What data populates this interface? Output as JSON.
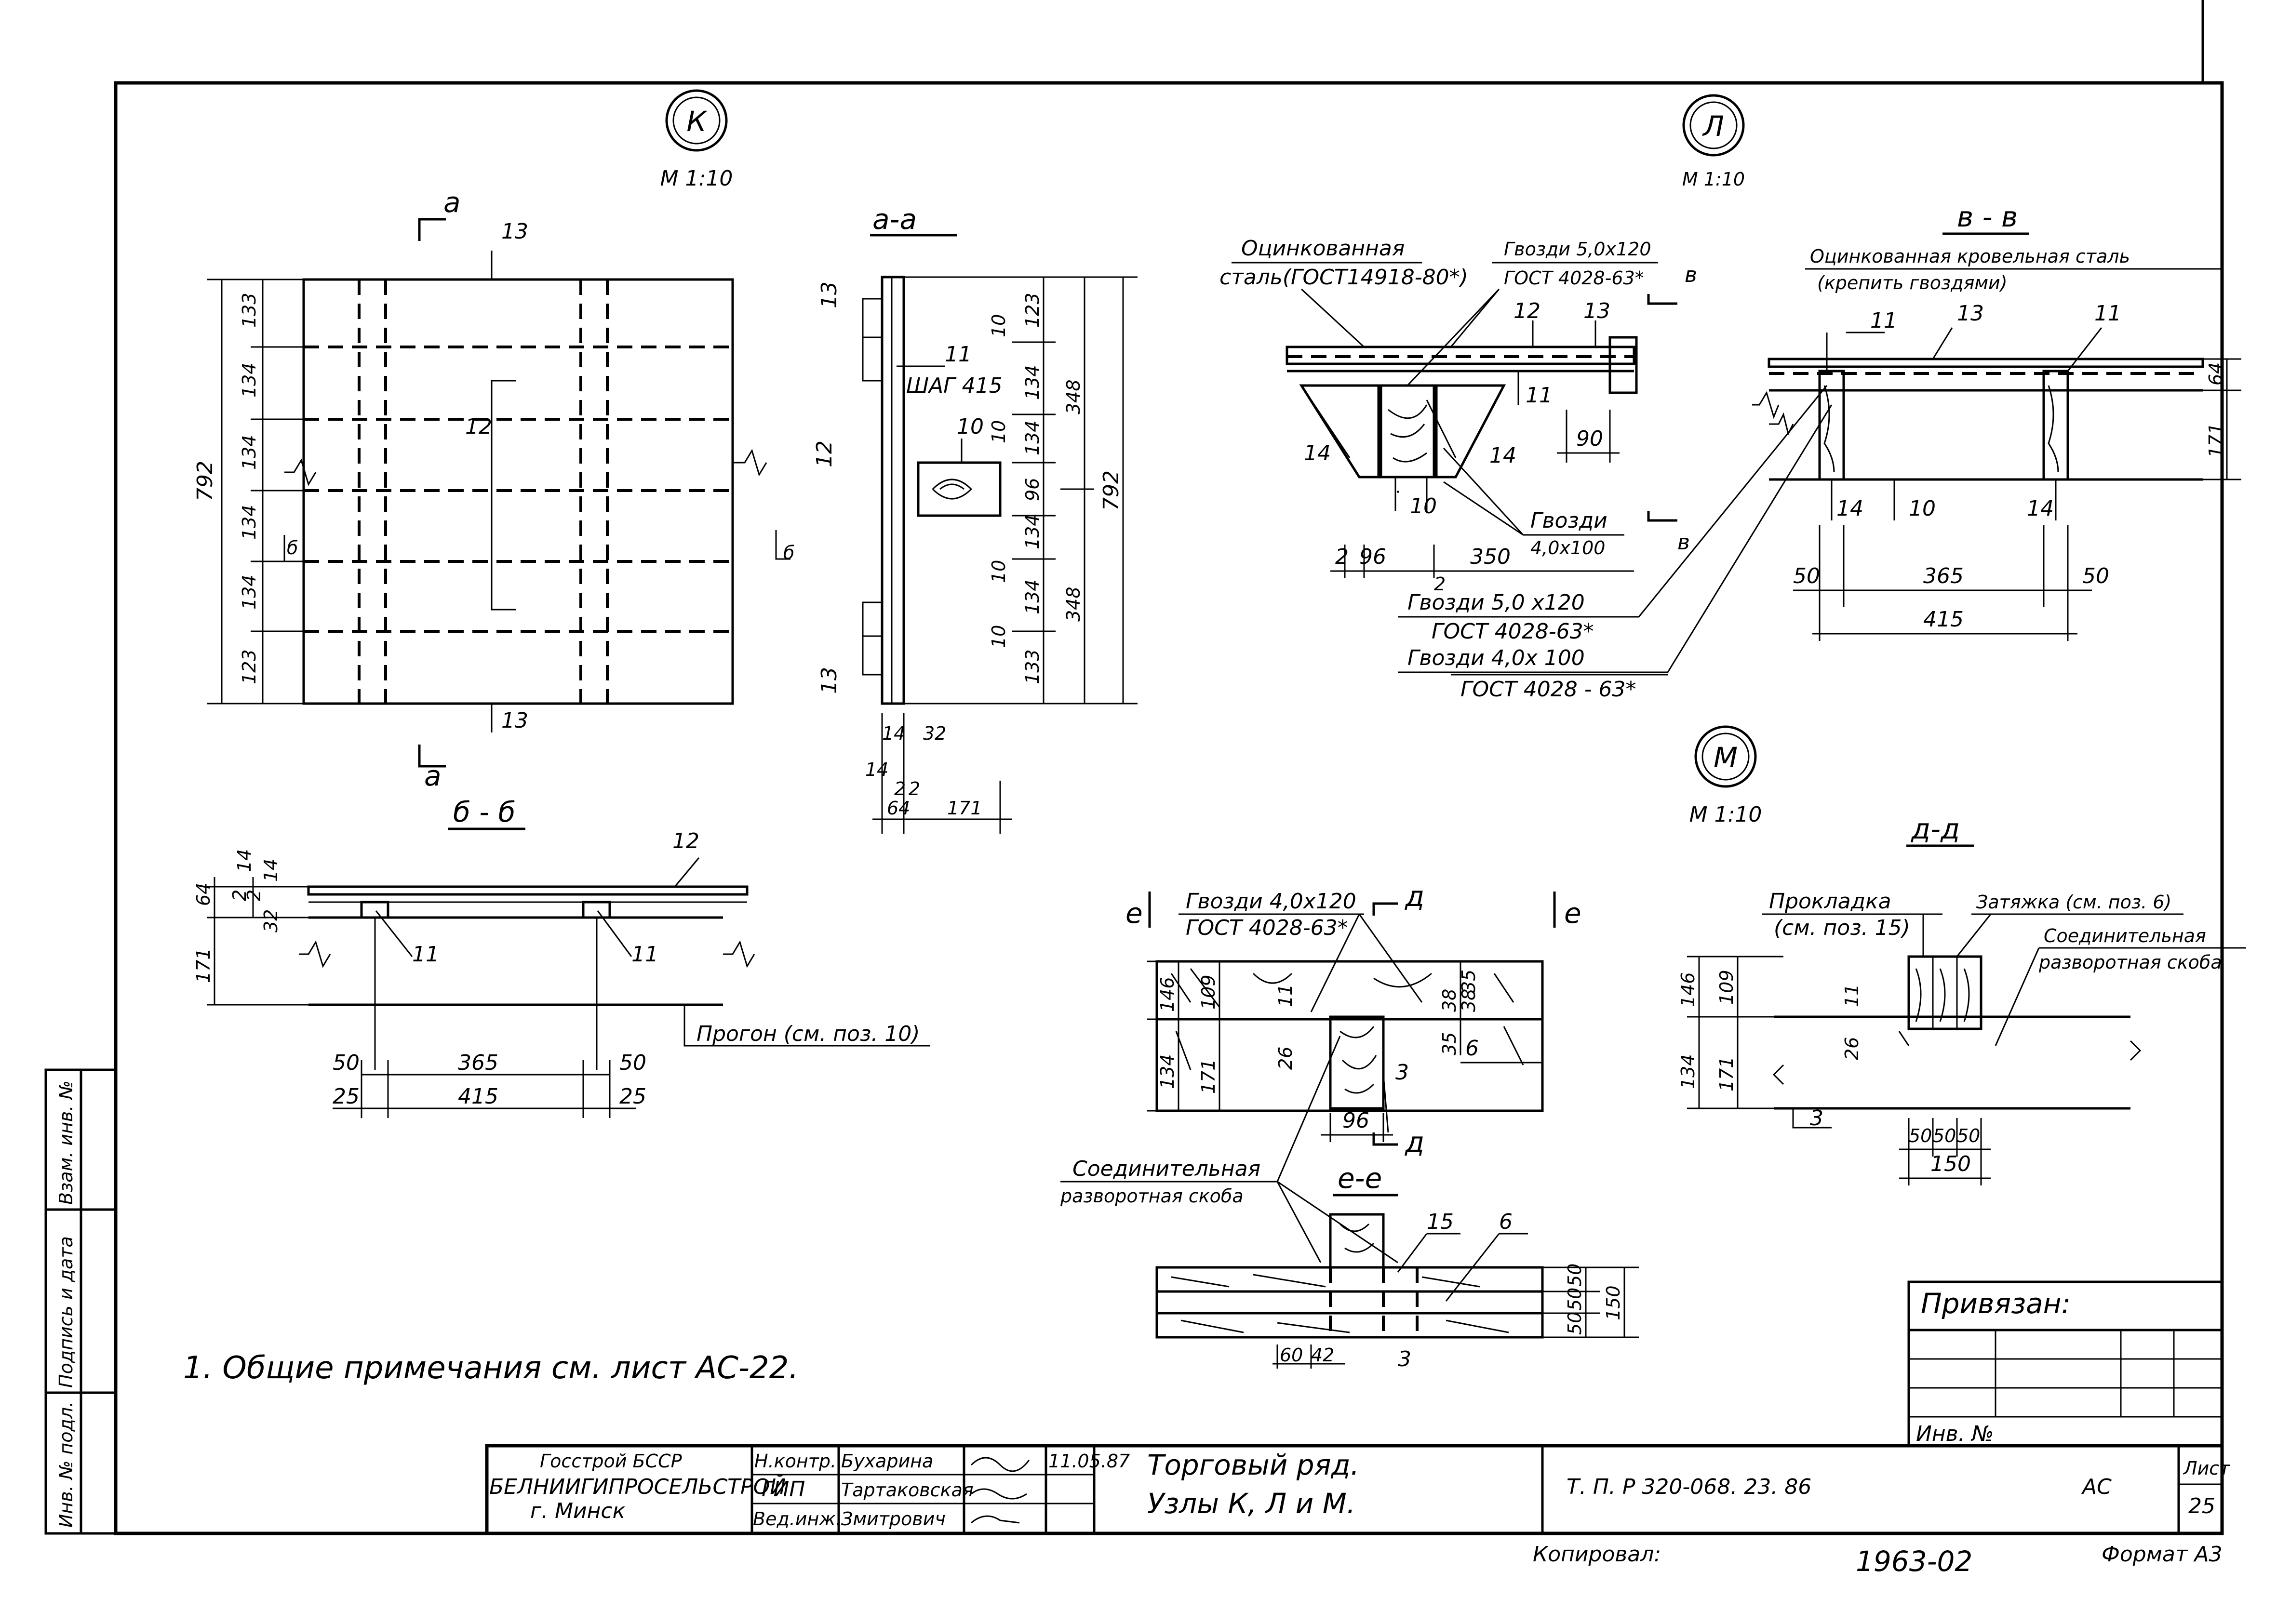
{
  "nodes": {
    "k": {
      "letter": "К",
      "scale": "М 1:10"
    },
    "l": {
      "letter": "Л",
      "scale": "М 1:10"
    },
    "m": {
      "letter": "М",
      "scale": "М 1:10"
    }
  },
  "sections": {
    "aa": "а-а",
    "bb": "б - б",
    "vv": "в - в",
    "dd": "д-д",
    "ee": "е-е",
    "cut_a": "а",
    "cut_b": "б",
    "cut_v": "в",
    "cut_d": "д",
    "cut_e": "е"
  },
  "node_k_plan": {
    "overall": "792",
    "dims": [
      "133",
      "134",
      "134",
      "134",
      "134",
      "123"
    ],
    "labels": [
      "13",
      "12",
      "13"
    ]
  },
  "node_k_section_aa": {
    "overall_top": "348",
    "overall": "792",
    "overall_bottom": "348",
    "dims": [
      "123",
      "134",
      "134",
      "96",
      "134",
      "134",
      "133"
    ],
    "small": [
      "10",
      "10",
      "10",
      "10"
    ],
    "labels": [
      "13",
      "12",
      "13",
      "11",
      "10"
    ],
    "step_note": "ШАГ 415",
    "bottom_dims": [
      "14",
      "32",
      "14",
      "2",
      "2",
      "64",
      "171"
    ]
  },
  "node_k_section_bb": {
    "label12": "12",
    "label11a": "11",
    "label11b": "11",
    "left_dims": [
      "64",
      "171",
      "2",
      "2",
      "32"
    ],
    "top_dims": [
      "14",
      "14"
    ],
    "purlin_note": "Прогон (см. поз. 10)",
    "dims_row1": [
      "50",
      "365",
      "50"
    ],
    "dims_row2": [
      "25",
      "415",
      "25"
    ]
  },
  "node_l": {
    "note1_line1": "Оцинкованная",
    "note1_line2": "сталь(ГОСТ14918-80*)",
    "note2_line1": "Гвозди 5,0x120",
    "note2_line2": "ГОСТ 4028-63*",
    "labels": [
      "12",
      "13",
      "11",
      "14",
      "14",
      "10"
    ],
    "dim90": "90",
    "nails_line1": "Гвозди",
    "nails_line2": "4,0x100",
    "dims": [
      "2",
      "96",
      "350",
      "2"
    ],
    "bottom_note1": "Гвозди 5,0 x120",
    "bottom_note2": "ГОСТ 4028-63*",
    "bottom_note3": "Гвозди 4,0x 100",
    "bottom_note4": "ГОСТ 4028 - 63*"
  },
  "node_l_section_vv": {
    "note_line1": "Оцинкованная кровельная сталь",
    "note_line2": "(крепить гвоздями)",
    "labels": [
      "11",
      "13",
      "11",
      "14",
      "10",
      "14"
    ],
    "right_dims": [
      "64",
      "171"
    ],
    "dims_row1": [
      "50",
      "365",
      "50"
    ],
    "dim_total": "415"
  },
  "node_m": {
    "nails_line1": "Гвозди 4,0x120",
    "nails_line2": "ГОСТ 4028-63*",
    "left_dims": [
      "146",
      "109",
      "134",
      "171",
      "26",
      "11"
    ],
    "right_dims": [
      "35",
      "38",
      "38",
      "35"
    ],
    "label6": "6",
    "label3": "3",
    "dim96": "96",
    "bracket_line1": "Соединительная",
    "bracket_line2": "разворотная скоба",
    "ee_labels": [
      "15",
      "6",
      "3"
    ],
    "ee_right_dims": [
      "50",
      "50",
      "50",
      "150"
    ],
    "ee_bottom_dims": [
      "60",
      "42"
    ]
  },
  "node_m_section_dd": {
    "pad_line1": "Прокладка",
    "pad_line2": "(см. поз. 15)",
    "tie": "Затяжка (см. поз. 6)",
    "bracket_line1": "Соединительная",
    "bracket_line2": "разворотная скоба",
    "left_dims": [
      "146",
      "109",
      "134",
      "171",
      "26",
      "11"
    ],
    "label3": "3",
    "dims_row1": [
      "50",
      "50",
      "50"
    ],
    "dim_total": "150"
  },
  "general_note": "1. Общие примечания см. лист АС-22.",
  "attached": {
    "label": "Привязан:",
    "inv": "Инв. №"
  },
  "side_stamp": [
    "Инв. № подл.",
    "Подпись и дата",
    "Взам. инв. №"
  ],
  "title_block": {
    "org_line1": "Госстрой БССР",
    "org_line2": "БЕЛНИИГИПРОСЕЛЬСТРОЙ",
    "org_line3": "г. Минск",
    "roles": [
      "Н.контр.",
      "ГИП",
      "Вед.инж."
    ],
    "names": [
      "Бухарина",
      "Тартаковская",
      "Змитрович"
    ],
    "date": "11.05.87",
    "title_line1": "Торговый ряд.",
    "title_line2": "Узлы К, Л и М.",
    "project_code": "Т. П. Р 320-068. 23. 86",
    "mark": "АС",
    "sheet_label": "Лист",
    "sheet_number": "25"
  },
  "footer": {
    "copied": "Копировал:",
    "copy_number": "1963-02",
    "format": "Формат А3"
  }
}
